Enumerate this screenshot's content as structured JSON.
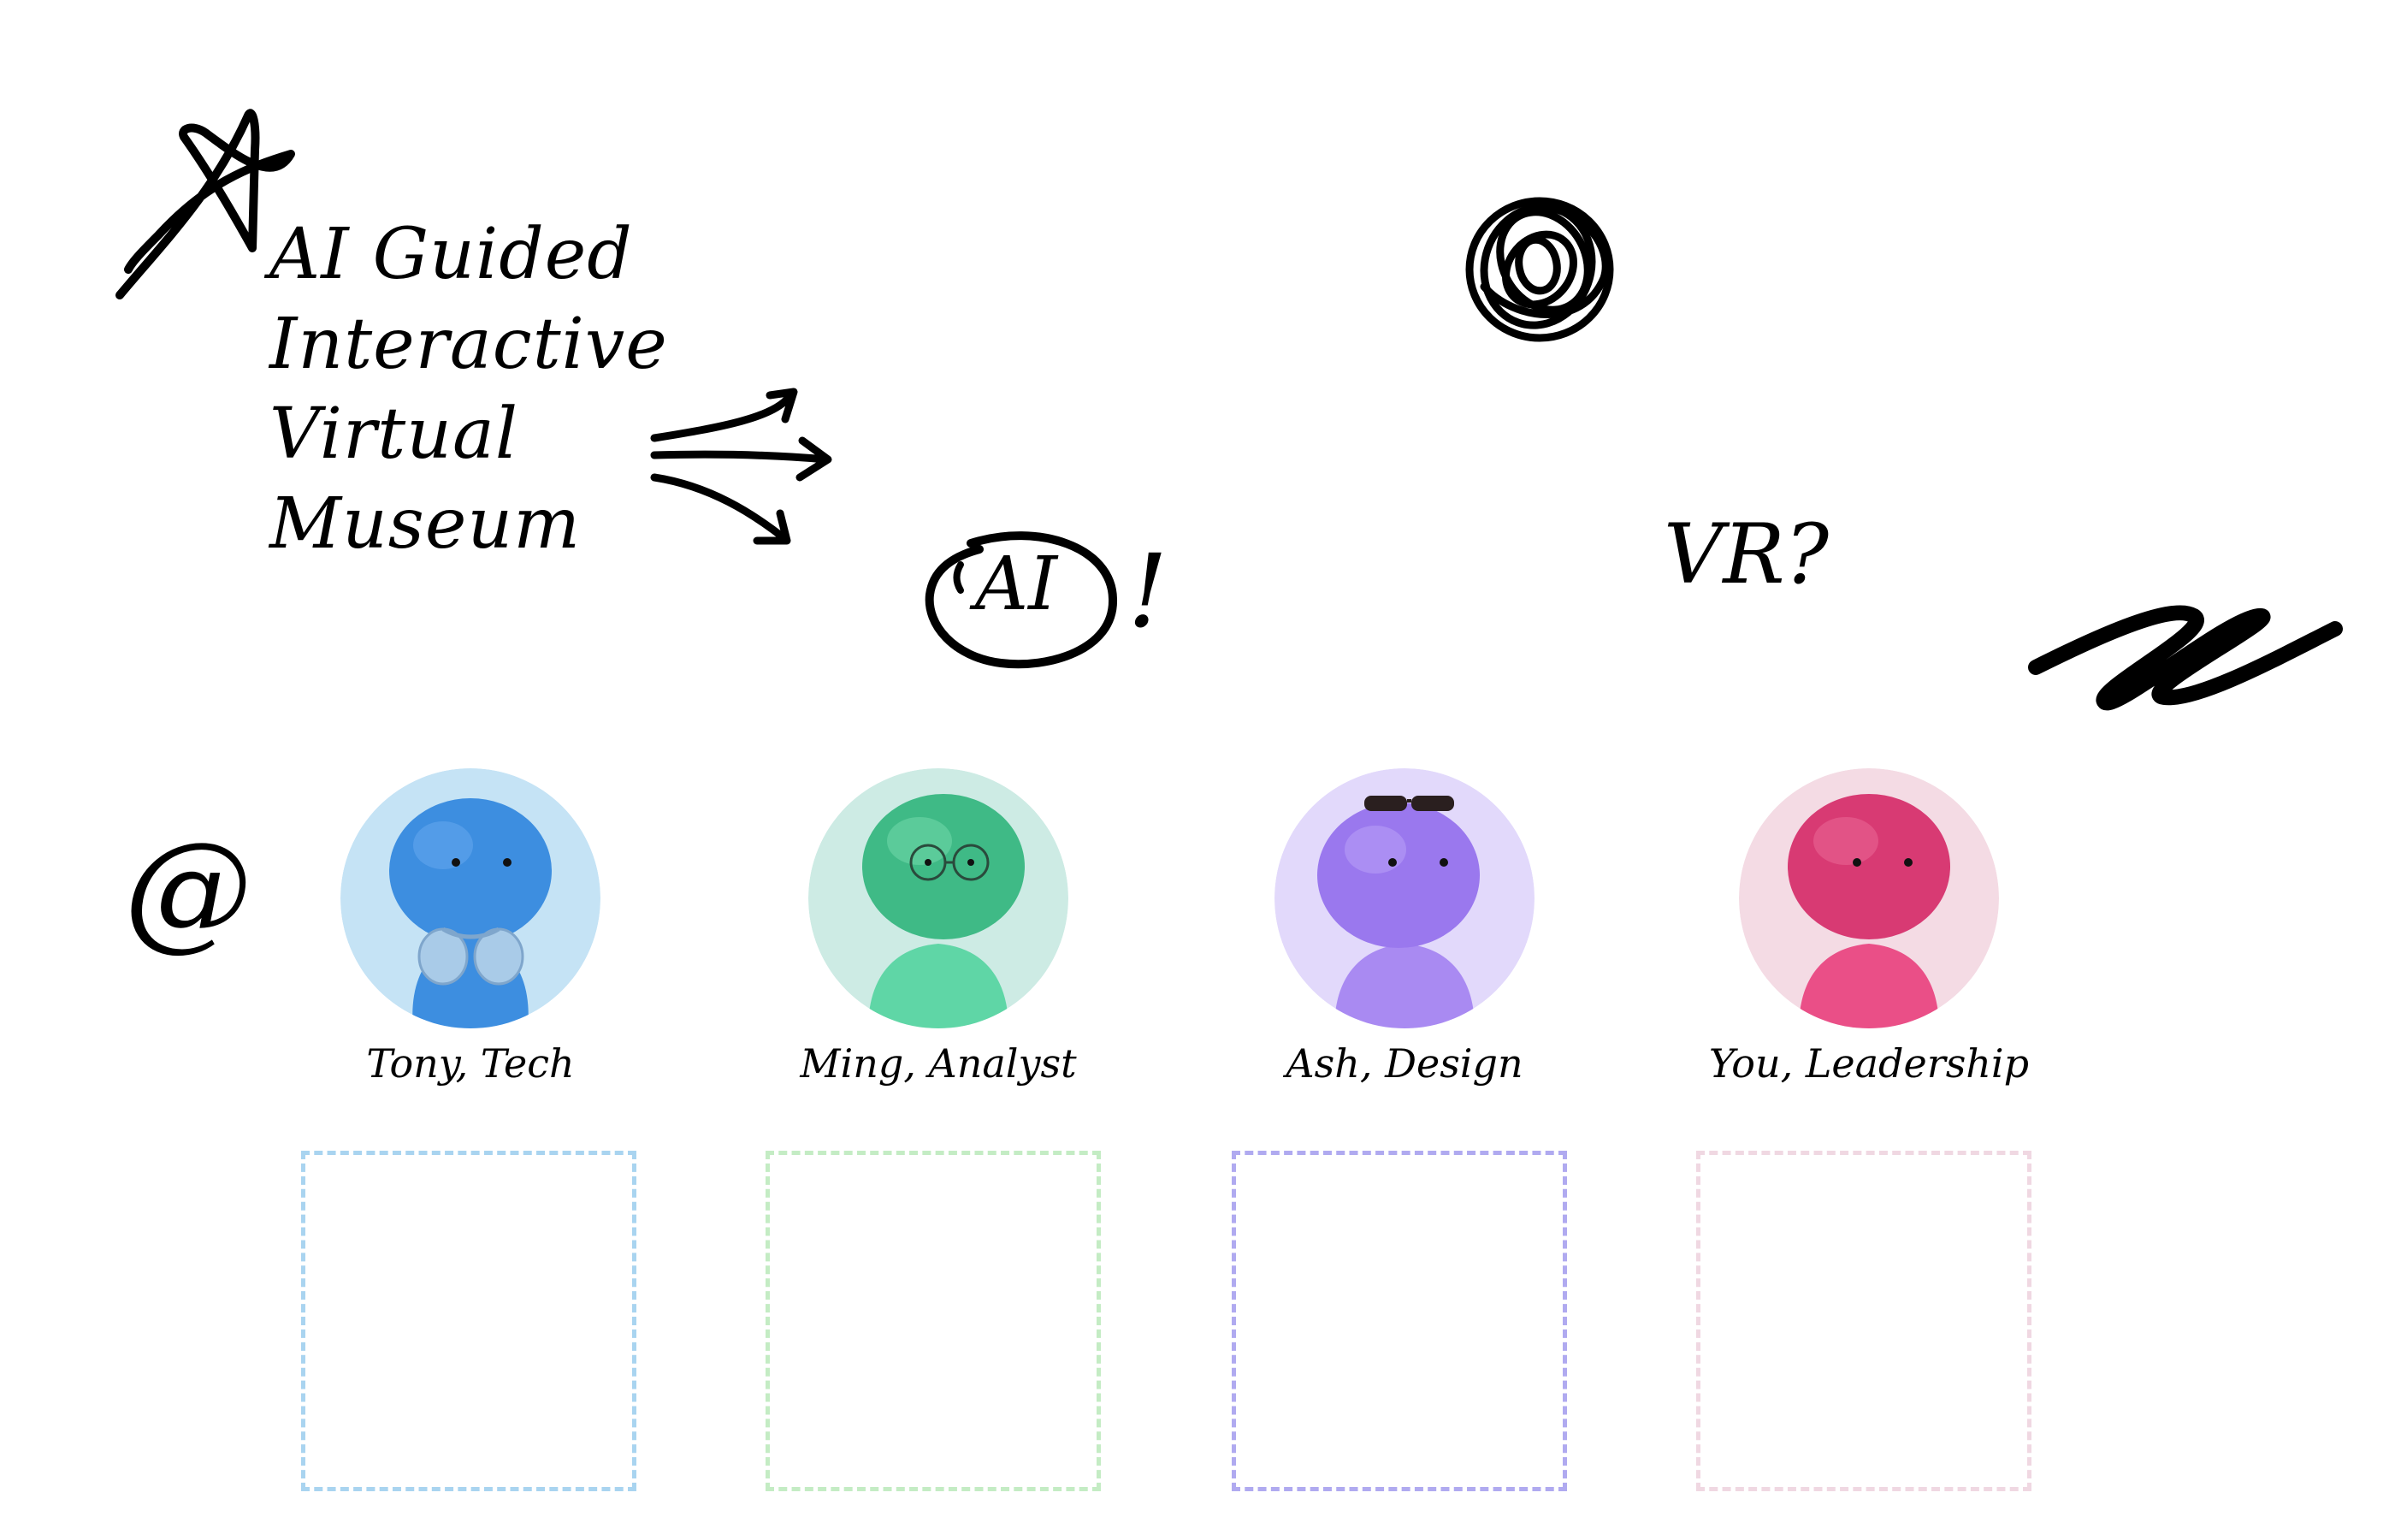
{
  "board": {
    "title_lines": [
      "AI Guided",
      "Interactive",
      "Virtual",
      "Museum"
    ],
    "ai_label": "AI",
    "exclaim": "!",
    "vr_label": "VR?",
    "at_symbol": "@"
  },
  "icons": {
    "star": "star-doodle-icon",
    "arrows": "arrows-doodle-icon",
    "scribble_ball": "scribble-ball-icon",
    "zigzag": "zigzag-scribble-icon",
    "ai_circle": "hand-drawn-circle-icon"
  },
  "team": [
    {
      "caption": "Tony, Tech",
      "bg": "#c5e3f5",
      "body": "#3d8ee0",
      "accessory": "headphones",
      "box_border": "#a9d4f0"
    },
    {
      "caption": "Ming, Analyst",
      "bg": "#cdebe4",
      "body": "#5fd6a6",
      "accessory": "glasses",
      "box_border": "#c4ecc4"
    },
    {
      "caption": "Ash, Design",
      "bg": "#e2d9fb",
      "body": "#a98af2",
      "accessory": "sunglasses",
      "box_border": "#b0aaf0"
    },
    {
      "caption": "You, Leadership",
      "bg": "#f4dbe4",
      "body": "#ea4f87",
      "accessory": "none",
      "box_border": "#f0d8e2"
    }
  ]
}
